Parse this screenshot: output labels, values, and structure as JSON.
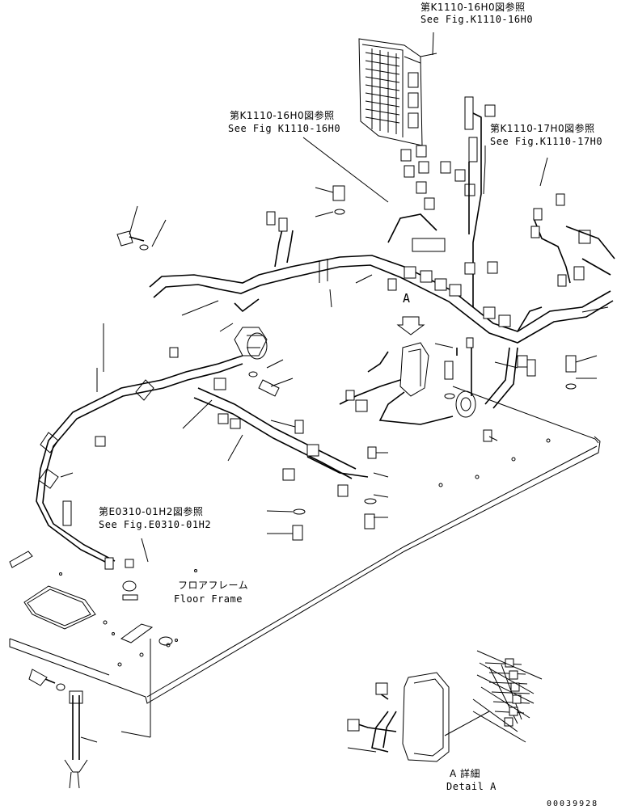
{
  "references": {
    "ref_top_jp": "第K1110-16H0図参照",
    "ref_top_en": "See Fig.K1110-16H0",
    "ref_mid_jp": "第K1110-16H0図参照",
    "ref_mid_en": "See Fig K1110-16H0",
    "ref_right_jp": "第K1110-17H0図参照",
    "ref_right_en": "See Fig.K1110-17H0",
    "ref_left_jp": "第E0310-01H2図参照",
    "ref_left_en": "See Fig.E0310-01H2"
  },
  "floor": {
    "jp": "フロアフレーム",
    "en": "Floor Frame"
  },
  "detail": {
    "marker": "A",
    "jp": "A 詳細",
    "en": "Detail A"
  },
  "drawing_number": "00039928"
}
